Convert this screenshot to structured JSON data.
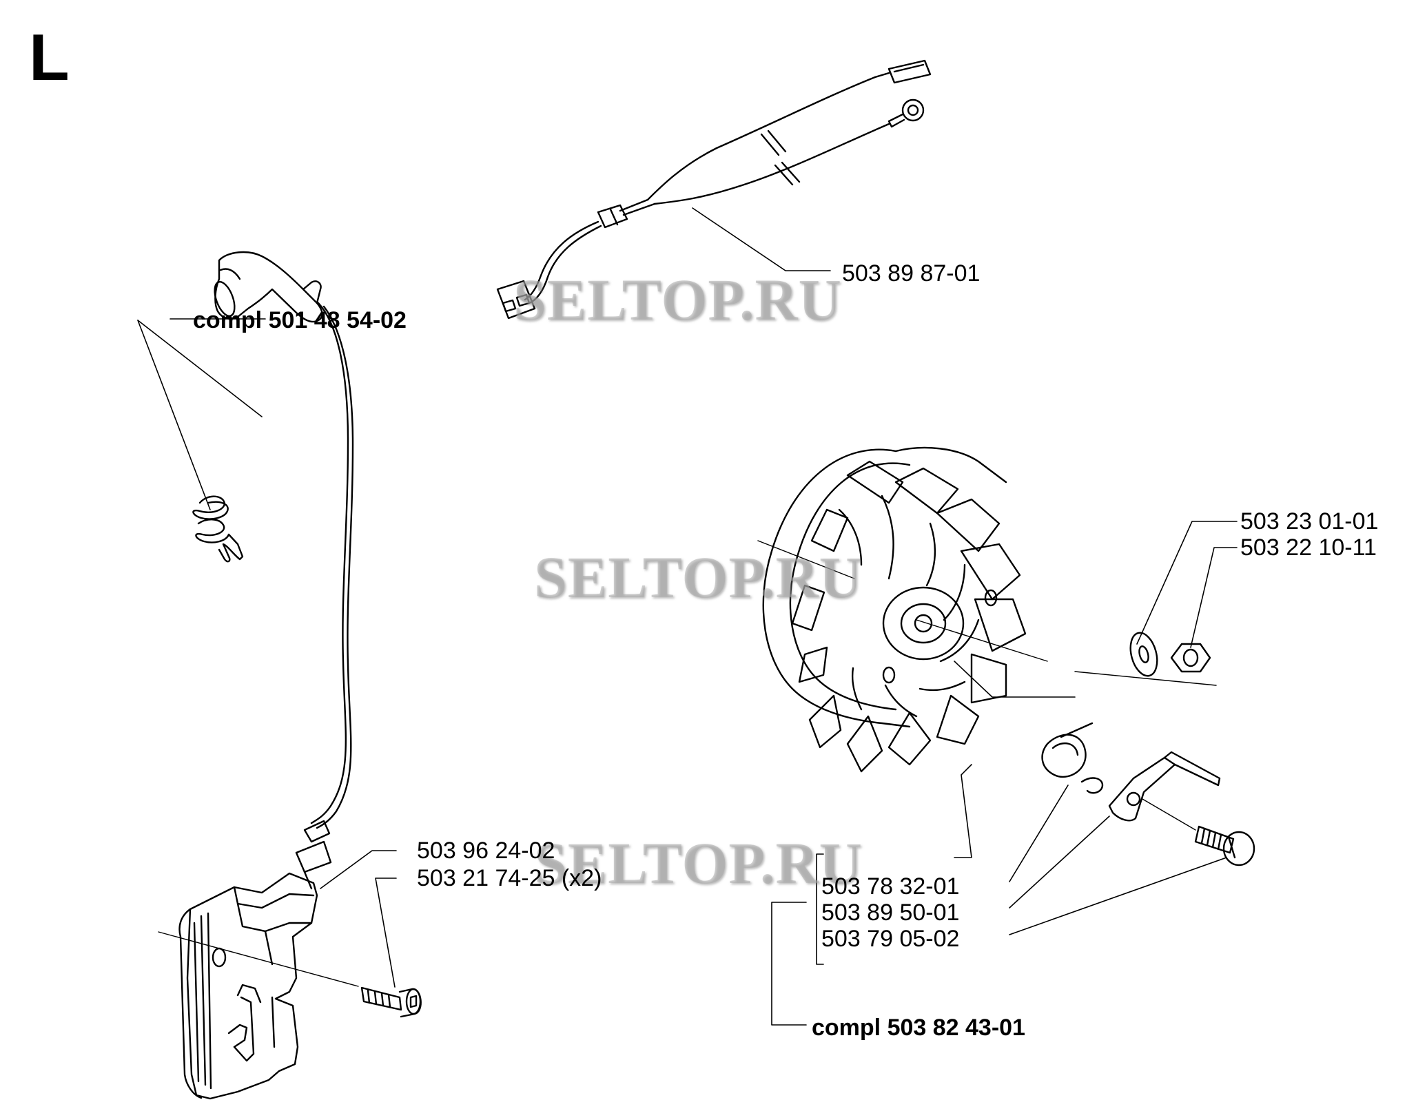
{
  "section_letter": "L",
  "watermark": "SELTOP.RU",
  "parts": {
    "wire_harness": "503 89 87-01",
    "ignition_cable": "compl 501 48 54-02",
    "ignition_module": "503 96 24-02",
    "module_screw": "503 21 74-25 (x2)",
    "washer": "503 23 01-01",
    "nut": "503 22 10-11",
    "flywheel": "503 78 32-01",
    "spring": "503 89 50-01",
    "pawl": "503 79 05-02",
    "flywheel_assembly": "compl 503 82 43-01"
  }
}
